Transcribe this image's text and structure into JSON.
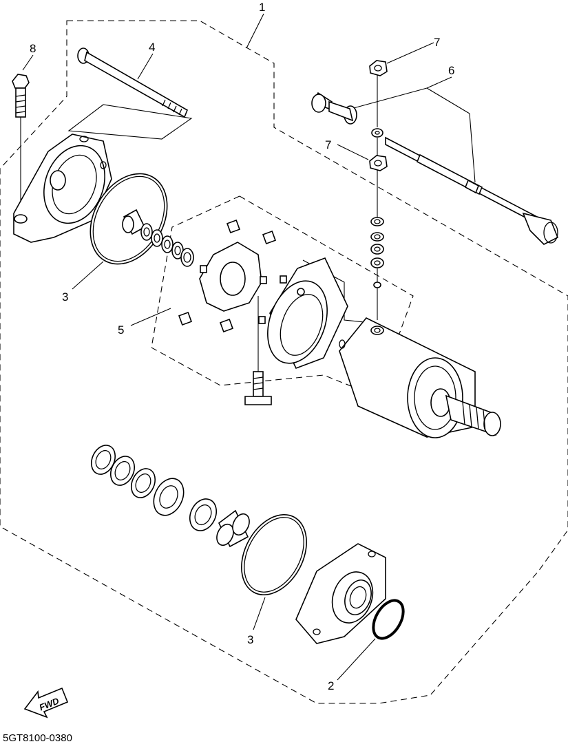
{
  "diagram": {
    "callouts": [
      "1",
      "2",
      "3",
      "3",
      "4",
      "5",
      "6",
      "7",
      "7",
      "8"
    ],
    "fwd_label": "FWD",
    "drawing_code": "5GT8100-0380"
  }
}
